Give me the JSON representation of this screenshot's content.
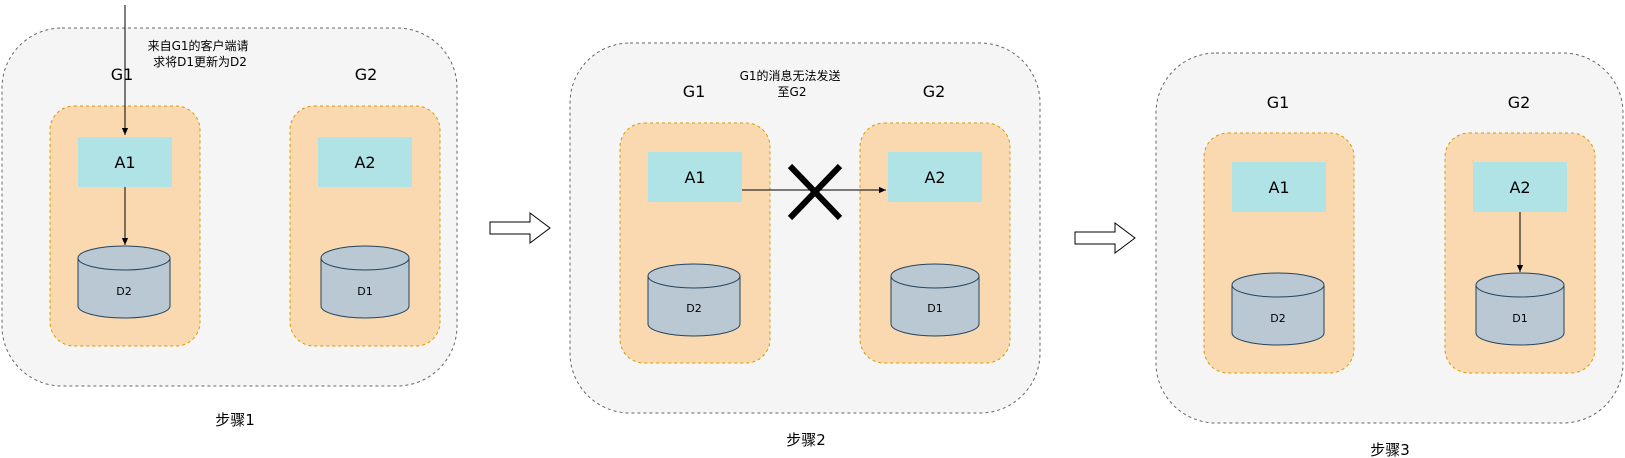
{
  "colors": {
    "outer_fill": "#f5f5f5",
    "outer_stroke": "#666666",
    "group_fill": "#fad9b0",
    "group_stroke": "#d79b00",
    "app_fill": "#b0e3e6",
    "db_fill": "#bac8d3",
    "db_stroke": "#23445d"
  },
  "steps": [
    {
      "caption": "步骤1",
      "annotation_lines": [
        "来自G1的客户端请",
        "求将D1更新为D2"
      ],
      "groups": [
        {
          "label": "G1",
          "app": "A1",
          "db": "D2"
        },
        {
          "label": "G2",
          "app": "A2",
          "db": "D1"
        }
      ]
    },
    {
      "caption": "步骤2",
      "annotation_lines": [
        "G1的消息无法发送",
        "至G2"
      ],
      "groups": [
        {
          "label": "G1",
          "app": "A1",
          "db": "D2"
        },
        {
          "label": "G2",
          "app": "A2",
          "db": "D1"
        }
      ]
    },
    {
      "caption": "步骤3",
      "annotation_lines": [],
      "groups": [
        {
          "label": "G1",
          "app": "A1",
          "db": "D2"
        },
        {
          "label": "G2",
          "app": "A2",
          "db": "D1"
        }
      ]
    }
  ]
}
